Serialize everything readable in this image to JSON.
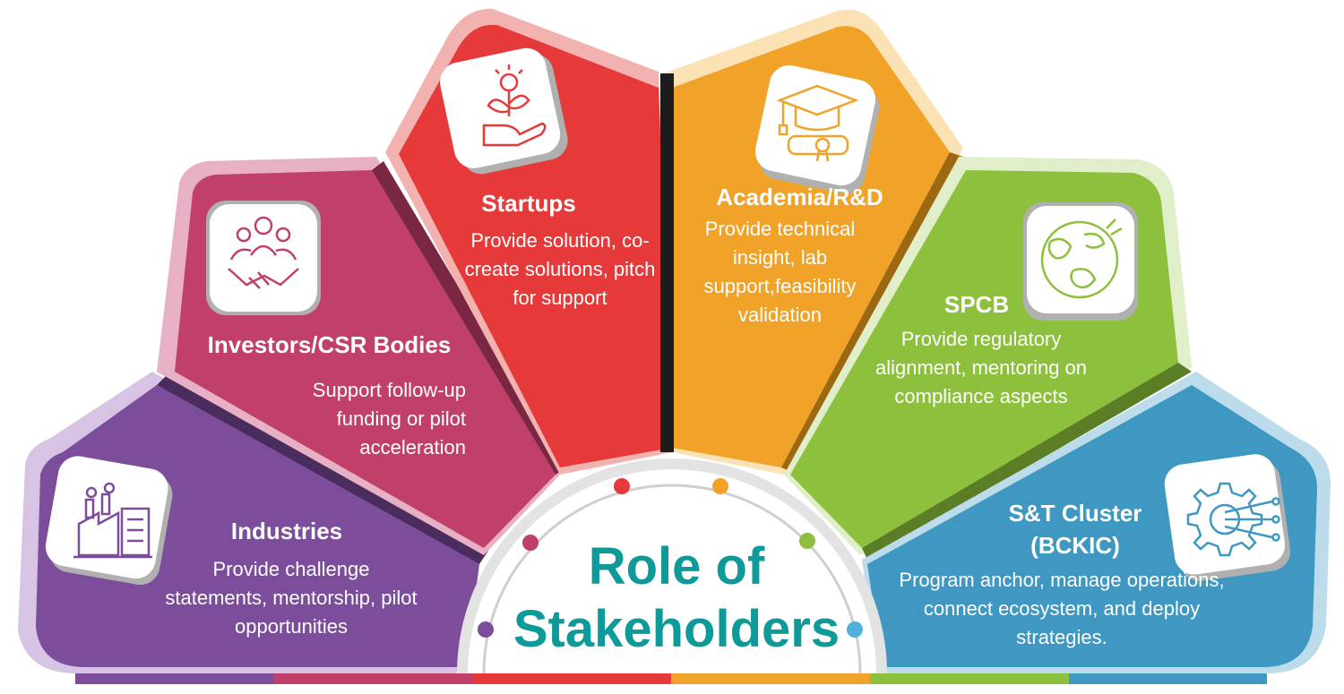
{
  "center": {
    "line1": "Role of",
    "line2": "Stakeholders",
    "color": "#0f9a9a"
  },
  "segments": [
    {
      "key": "industries",
      "title": "Industries",
      "description": "Provide challenge statements, mentorship, pilot opportunities",
      "icon": "factory-icon",
      "color": "#7c4d9a"
    },
    {
      "key": "investors",
      "title": "Investors/CSR Bodies",
      "description": "Support follow-up funding or pilot acceleration",
      "icon": "handshake-people-icon",
      "color": "#c0406a"
    },
    {
      "key": "startups",
      "title": "Startups",
      "description": "Provide solution, co-create solutions, pitch for support",
      "icon": "plant-in-hand-icon",
      "color": "#e6393a"
    },
    {
      "key": "academia",
      "title": "Academia/R&D",
      "description": "Provide technical insight, lab support,feasibility validation",
      "icon": "graduation-cap-diploma-icon",
      "color": "#f0a229"
    },
    {
      "key": "spcb",
      "title": "SPCB",
      "description": "Provide regulatory alignment, mentoring on compliance aspects",
      "icon": "globe-icon",
      "color": "#8dc03c"
    },
    {
      "key": "st_cluster",
      "title": "S&T Cluster (BCKIC)",
      "description": "Program anchor, manage operations, connect ecosystem, and deploy strategies.",
      "icon": "gear-circuit-icon",
      "color": "#3e98c2"
    }
  ]
}
